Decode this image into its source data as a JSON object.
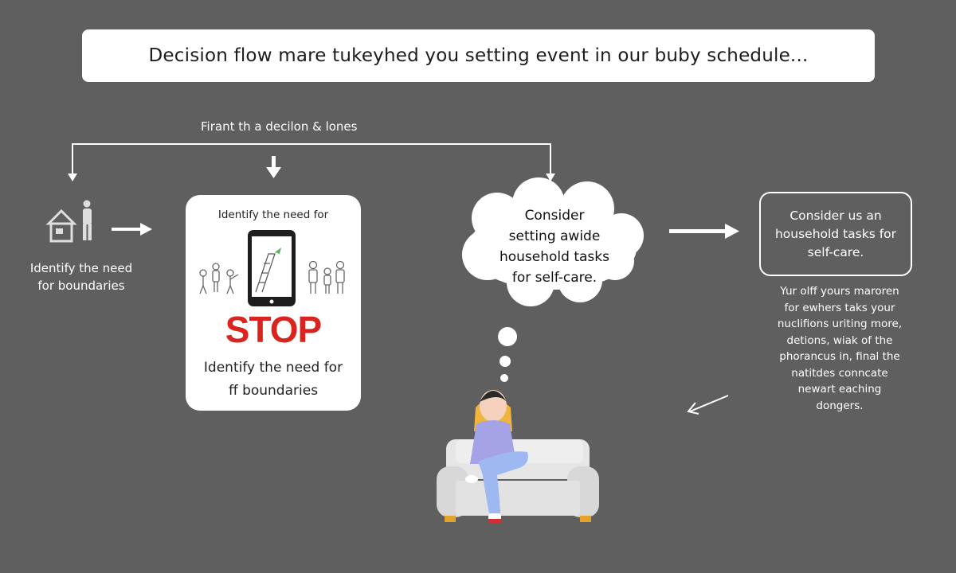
{
  "header": {
    "title": "Decision flow mare tukeyhed you setting event in our buby schedule..."
  },
  "flow": {
    "top_label": "Firant th a decilon & lones"
  },
  "left_node": {
    "caption": "Identify the need\nfor boundaries"
  },
  "card": {
    "top_label": "Identify the need for",
    "stop_sign": "STOP",
    "bottom_label": "Identify the need for\nff boundaries"
  },
  "thought_cloud": {
    "text": "Consider\nsetting awide\nhousehold tasks\nfor self-care."
  },
  "right_box": {
    "text": "Consider us an\nhousehold tasks for\nself-care."
  },
  "right_paragraph": {
    "text": "Yur olff yours maroren\nfor ewhers taks your\nnuclifions uriting more,\ndetions, wiak of the\nphorancus in, final the\nnatitdes conncate\nnewart eaching\ndongers."
  },
  "colors": {
    "background": "#5f5f5f",
    "panel": "#ffffff",
    "stop_red": "#d9241f",
    "shirt": "#a6a2e6",
    "hair": "#f0b43c",
    "sofa": "#dcdcdc"
  }
}
